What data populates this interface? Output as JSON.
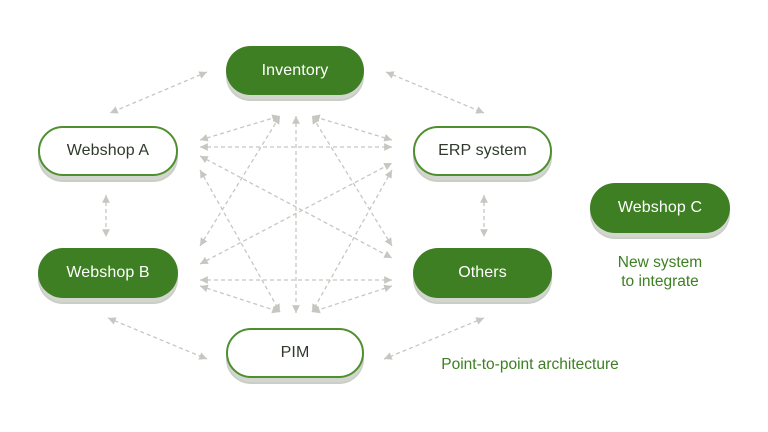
{
  "nodes": {
    "inventory": "Inventory",
    "webshop_a": "Webshop A",
    "erp": "ERP system",
    "webshop_b": "Webshop B",
    "others": "Others",
    "pim": "PIM",
    "webshop_c": "Webshop C"
  },
  "captions": {
    "new_system_line1": "New system",
    "new_system_line2": "to integrate",
    "architecture": "Point-to-point architecture"
  },
  "colors": {
    "accent": "#3d7f22",
    "connector": "#c4c8c1"
  }
}
